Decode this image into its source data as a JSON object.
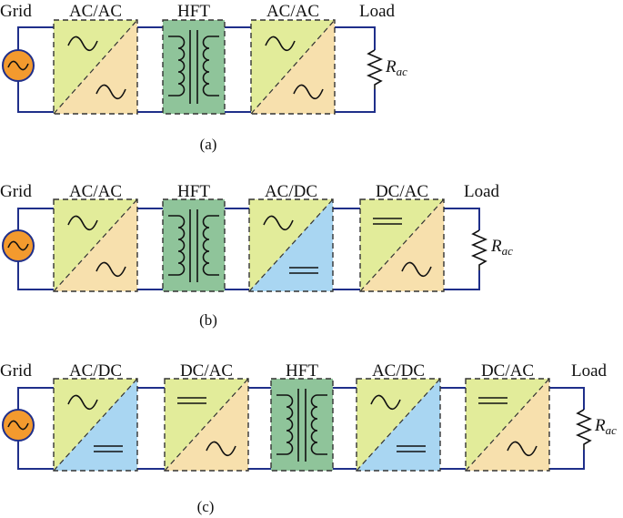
{
  "labels": {
    "grid": "Grid",
    "load": "Load",
    "hft": "HFT",
    "ac_ac": "AC/AC",
    "ac_dc": "AC/DC",
    "dc_ac": "DC/AC",
    "r": "R",
    "r_sub": "ac"
  },
  "captions": [
    "(a)",
    "(b)",
    "(c)"
  ],
  "colors": {
    "ac_fill": "#e2ec9a",
    "ac2_fill": "#f7e0ad",
    "dc_fill": "#a9d6f2",
    "hft_fill": "#8fc49a",
    "source_fill": "#f39a2e",
    "wire": "#1f2f8a"
  },
  "diagrams": [
    {
      "blocks": [
        "AC/AC",
        "HFT",
        "AC/AC"
      ]
    },
    {
      "blocks": [
        "AC/AC",
        "HFT",
        "AC/DC",
        "DC/AC"
      ]
    },
    {
      "blocks": [
        "AC/DC",
        "DC/AC",
        "HFT",
        "AC/DC",
        "DC/AC"
      ]
    }
  ]
}
